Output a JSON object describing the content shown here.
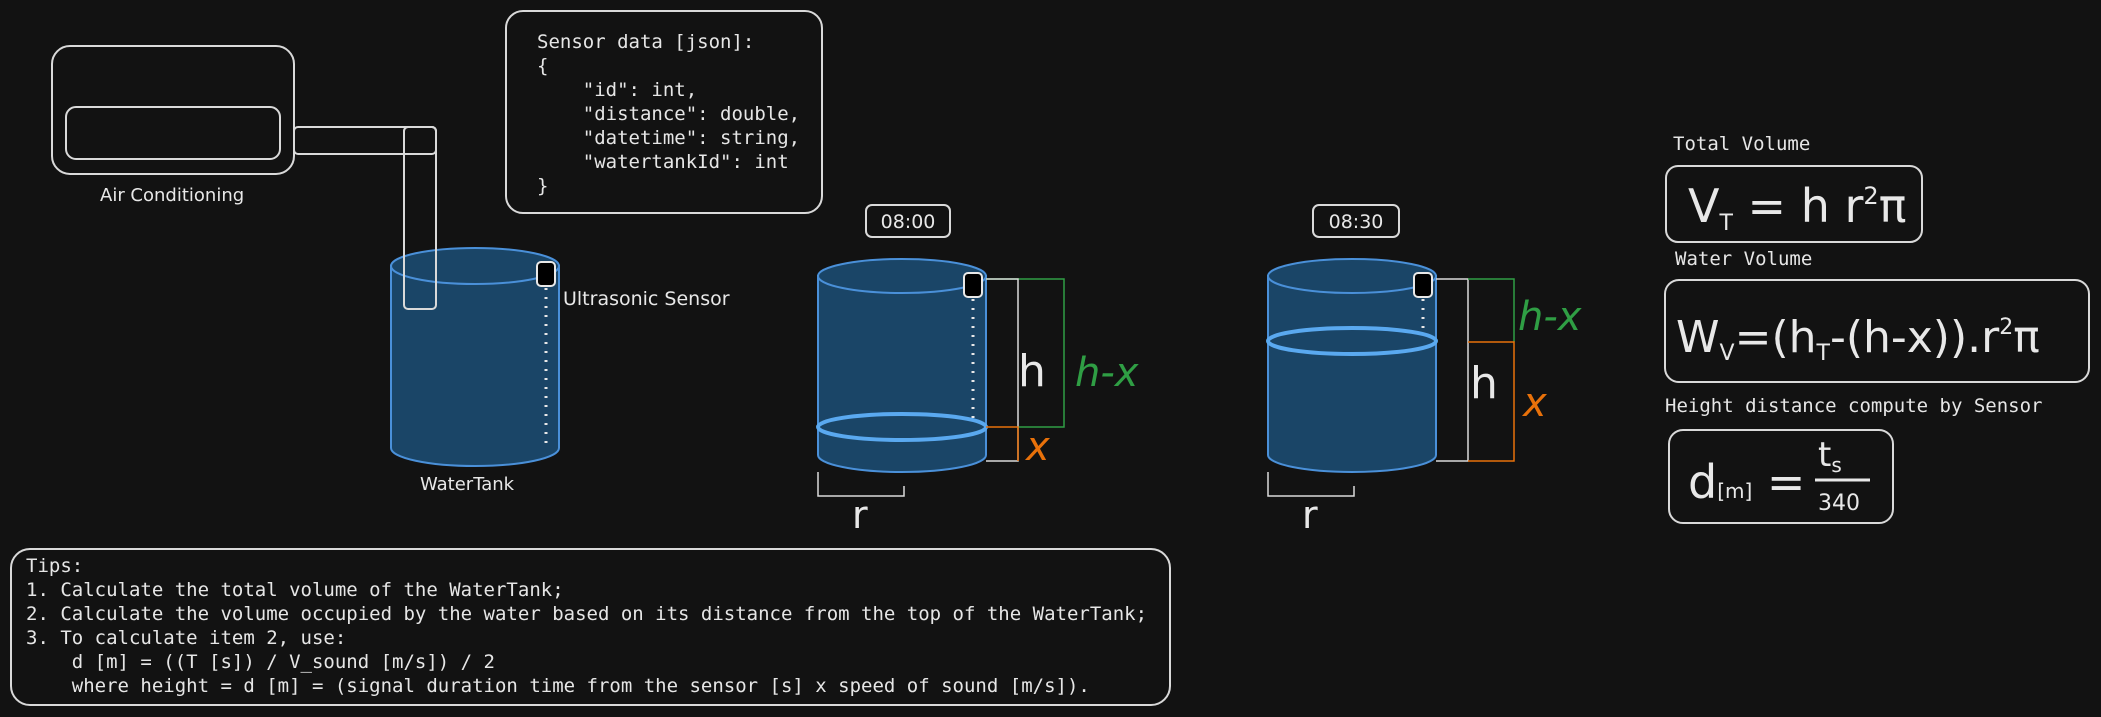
{
  "json_box": {
    "lines": [
      "Sensor data [json]:",
      "{",
      "    \"id\": int,",
      "    \"distance\": double,",
      "    \"datetime\": string,",
      "    \"watertankId\": int",
      "}"
    ]
  },
  "labels": {
    "air_conditioning": "Air Conditioning",
    "water_tank": "WaterTank",
    "ultrasonic_sensor": "Ultrasonic Sensor",
    "time_1": "08:00",
    "time_2": "08:30",
    "h": "h",
    "x": "x",
    "h_minus_x": "h-x",
    "r": "r"
  },
  "formulas": {
    "total_volume_title": "Total Volume",
    "total_volume": "V_T = h r² π",
    "water_volume_title": "Water Volume",
    "water_volume": "W_V = (h_T - (h - x)). r² π",
    "sensor_title": "Height distance compute by Sensor",
    "sensor": "d[m] = t_s / 340"
  },
  "tips": {
    "lines": [
      "Tips:",
      "1. Calculate the total volume of the WaterTank;",
      "2. Calculate the volume occupied by the water based on its distance from the top of the WaterTank;",
      "3. To calculate item 2, use:",
      "    d [m] = ((T [s]) / V_sound [m/s]) / 2",
      "    where height = d [m] = (signal duration time from the sensor [s] x speed of sound [m/s])."
    ]
  },
  "colors": {
    "background": "#121212",
    "tank_fill": "#1a4567",
    "tank_stroke": "#4a90d9",
    "water_line": "#5aa9f0",
    "green": "#2f9e44",
    "orange": "#e8710a",
    "line": "#d9d9d9"
  }
}
